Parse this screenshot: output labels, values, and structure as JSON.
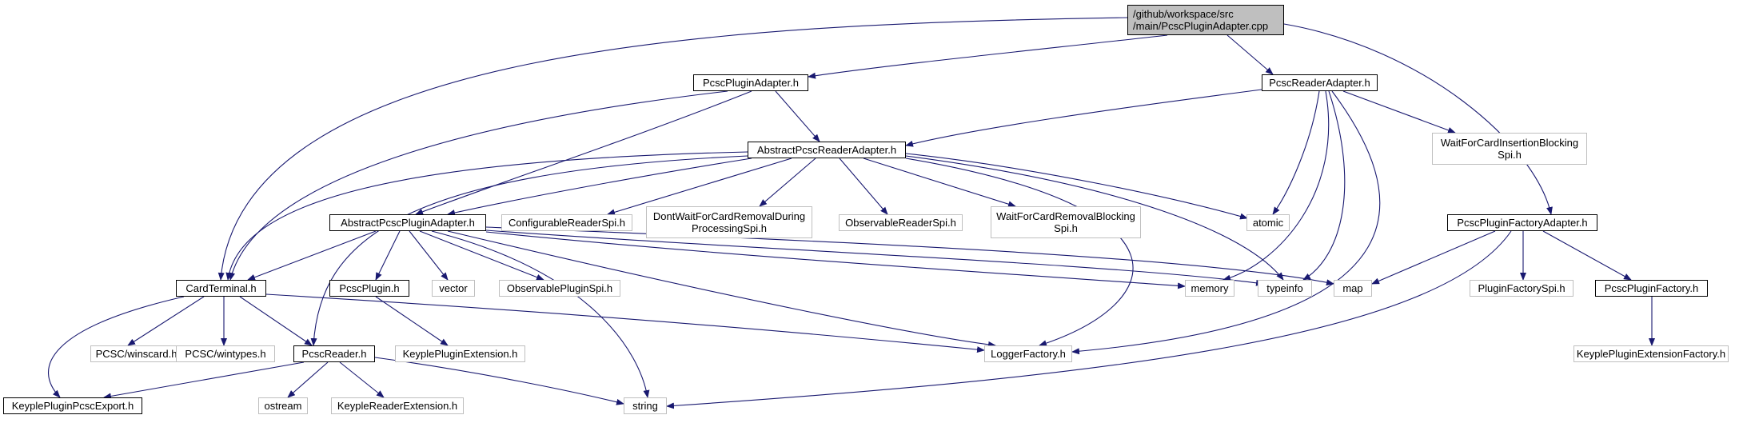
{
  "diagram": {
    "edge_color": "#191970",
    "root_fill": "#bfbfbf",
    "external_border": "#bfbfbf",
    "nodes": {
      "root": "/github/workspace/src\n/main/PcscPluginAdapter.cpp",
      "pcsc_plugin_adapter_h": "PcscPluginAdapter.h",
      "pcsc_reader_adapter_h": "PcscReaderAdapter.h",
      "abstract_pcsc_reader_adapter_h": "AbstractPcscReaderAdapter.h",
      "wait_for_card_insertion_blocking_spi_h": "WaitForCardInsertionBlocking\nSpi.h",
      "abstract_pcsc_plugin_adapter_h": "AbstractPcscPluginAdapter.h",
      "configurable_reader_spi_h": "ConfigurableReaderSpi.h",
      "dont_wait_for_card_removal_during_processing_spi_h": "DontWaitForCardRemovalDuring\nProcessingSpi.h",
      "observable_reader_spi_h": "ObservableReaderSpi.h",
      "wait_for_card_removal_blocking_spi_h": "WaitForCardRemovalBlocking\nSpi.h",
      "atomic": "atomic",
      "pcsc_plugin_factory_adapter_h": "PcscPluginFactoryAdapter.h",
      "card_terminal_h": "CardTerminal.h",
      "pcsc_plugin_h": "PcscPlugin.h",
      "vector": "vector",
      "observable_plugin_spi_h": "ObservablePluginSpi.h",
      "memory": "memory",
      "typeinfo": "typeinfo",
      "map": "map",
      "plugin_factory_spi_h": "PluginFactorySpi.h",
      "pcsc_plugin_factory_h": "PcscPluginFactory.h",
      "pcsc_winscard_h": "PCSC/winscard.h",
      "pcsc_wintypes_h": "PCSC/wintypes.h",
      "pcsc_reader_h": "PcscReader.h",
      "keyple_plugin_extension_h": "KeyplePluginExtension.h",
      "logger_factory_h": "LoggerFactory.h",
      "keyple_plugin_extension_factory_h": "KeyplePluginExtensionFactory.h",
      "keyple_plugin_pcsc_export_h": "KeyplePluginPcscExport.h",
      "ostream": "ostream",
      "keyple_reader_extension_h": "KeypleReaderExtension.h",
      "string": "string"
    }
  }
}
